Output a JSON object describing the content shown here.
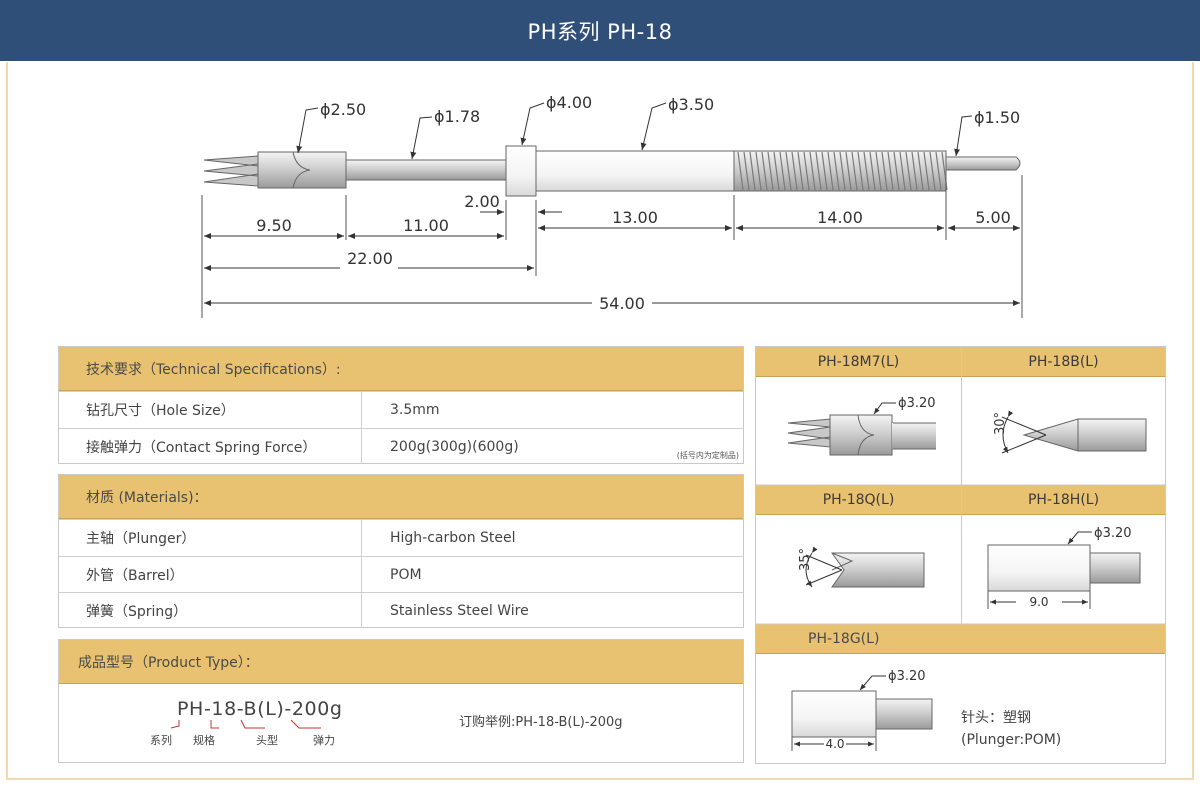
{
  "header": {
    "title": "PH系列 PH-18"
  },
  "drawing": {
    "diameters": {
      "d1": "ϕ2.50",
      "d2": "ϕ1.78",
      "d3": "ϕ4.00",
      "d4": "ϕ3.50",
      "d5": "ϕ1.50"
    },
    "lengths": {
      "l1": "9.50",
      "l2": "11.00",
      "l3": "2.00",
      "l4": "13.00",
      "l5": "14.00",
      "l6": "5.00",
      "l7": "22.00",
      "l8": "54.00"
    }
  },
  "specs": {
    "title": "技术要求（Technical Specifications）:",
    "rows": [
      {
        "key": "钻孔尺寸（Hole Size）",
        "value": "3.5mm"
      },
      {
        "key": "接触弹力（Contact Spring Force）",
        "value": "200g(300g)(600g)"
      }
    ],
    "note": "(括号内为定制品)"
  },
  "materials": {
    "title": "材质 (Materials)：",
    "rows": [
      {
        "key": "主轴（Plunger）",
        "value": "High-carbon Steel"
      },
      {
        "key": "外管（Barrel）",
        "value": "POM"
      },
      {
        "key": "弹簧（Spring）",
        "value": "Stainless Steel Wire"
      }
    ]
  },
  "product_type": {
    "title": "成品型号（Product Type）：",
    "code": "PH-18-B(L)-200g",
    "labels": [
      "系列",
      "规格",
      "头型",
      "弹力"
    ],
    "example": "订购举例:PH-18-B(L)-200g"
  },
  "tips": {
    "m7": {
      "title": "PH-18M7(L)",
      "dim": "ϕ3.20"
    },
    "b": {
      "title": "PH-18B(L)",
      "angle": "30°"
    },
    "q": {
      "title": "PH-18Q(L)",
      "angle": "35°"
    },
    "h": {
      "title": "PH-18H(L)",
      "dim": "ϕ3.20",
      "len": "9.0"
    },
    "g": {
      "title": "PH-18G(L)",
      "dim": "ϕ3.20",
      "len": "4.0",
      "note1": "针头：塑钢",
      "note2": "(Plunger:POM)"
    }
  },
  "colors": {
    "header": "#2f4f78",
    "gold": "#e8c271",
    "border": "#f1d9b6"
  }
}
